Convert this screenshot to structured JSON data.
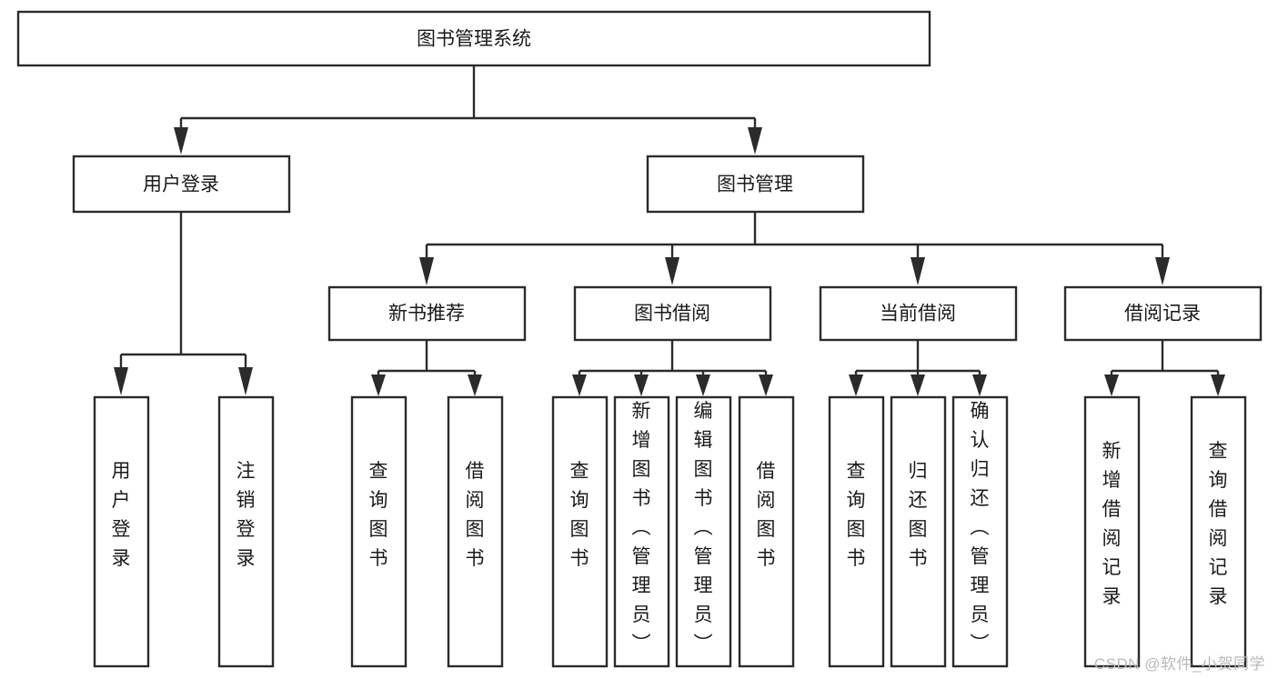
{
  "diagram": {
    "type": "tree-hierarchy-chart",
    "title": "图书管理系统",
    "watermark": "CSDN @软件_小贺同学",
    "colors": {
      "stroke": "#2b2b2b",
      "fill": "#ffffff",
      "text": "#1a1a1a",
      "watermark": "#b9b9b9",
      "background": "#ffffff"
    },
    "levels": [
      {
        "level": 1,
        "nodes": [
          {
            "id": "root",
            "label": "图书管理系统",
            "orientation": "horizontal"
          }
        ]
      },
      {
        "level": 2,
        "nodes": [
          {
            "id": "user-login",
            "label": "用户登录",
            "orientation": "horizontal",
            "parent": "root"
          },
          {
            "id": "book-manage",
            "label": "图书管理",
            "orientation": "horizontal",
            "parent": "root"
          }
        ]
      },
      {
        "level": 3,
        "nodes": [
          {
            "id": "new-book-rec",
            "label": "新书推荐",
            "orientation": "horizontal",
            "parent": "book-manage"
          },
          {
            "id": "book-borrow",
            "label": "图书借阅",
            "orientation": "horizontal",
            "parent": "book-manage"
          },
          {
            "id": "current-borrow",
            "label": "当前借阅",
            "orientation": "horizontal",
            "parent": "book-manage"
          },
          {
            "id": "borrow-record",
            "label": "借阅记录",
            "orientation": "horizontal",
            "parent": "book-manage"
          }
        ]
      },
      {
        "level": 4,
        "nodes": [
          {
            "id": "leaf-user-login",
            "label": "用户登录",
            "orientation": "vertical",
            "parent": "user-login"
          },
          {
            "id": "leaf-logout",
            "label": "注销登录",
            "orientation": "vertical",
            "parent": "user-login"
          },
          {
            "id": "leaf-query-book-1",
            "label": "查询图书",
            "orientation": "vertical",
            "parent": "new-book-rec"
          },
          {
            "id": "leaf-borrow-book-1",
            "label": "借阅图书",
            "orientation": "vertical",
            "parent": "new-book-rec"
          },
          {
            "id": "leaf-query-book-2",
            "label": "查询图书",
            "orientation": "vertical",
            "parent": "book-borrow"
          },
          {
            "id": "leaf-add-book",
            "label": "新增图书（管理员）",
            "orientation": "vertical",
            "parent": "book-borrow"
          },
          {
            "id": "leaf-edit-book",
            "label": "编辑图书（管理员）",
            "orientation": "vertical",
            "parent": "book-borrow"
          },
          {
            "id": "leaf-borrow-book-2",
            "label": "借阅图书",
            "orientation": "vertical",
            "parent": "book-borrow"
          },
          {
            "id": "leaf-query-book-3",
            "label": "查询图书",
            "orientation": "vertical",
            "parent": "current-borrow"
          },
          {
            "id": "leaf-return-book",
            "label": "归还图书",
            "orientation": "vertical",
            "parent": "current-borrow"
          },
          {
            "id": "leaf-confirm-return",
            "label": "确认归还（管理员）",
            "orientation": "vertical",
            "parent": "current-borrow"
          },
          {
            "id": "leaf-add-record",
            "label": "新增借阅记录",
            "orientation": "vertical",
            "parent": "borrow-record"
          },
          {
            "id": "leaf-query-record",
            "label": "查询借阅记录",
            "orientation": "vertical",
            "parent": "borrow-record"
          }
        ]
      }
    ],
    "node_labels": {
      "root": "图书管理系统",
      "user_login": "用户登录",
      "book_manage": "图书管理",
      "new_book_rec": "新书推荐",
      "book_borrow": "图书借阅",
      "current_borrow": "当前借阅",
      "borrow_record": "借阅记录",
      "leaf_user_login": "用户登录",
      "leaf_logout": "注销登录",
      "leaf_query_book_1": "查询图书",
      "leaf_borrow_book_1": "借阅图书",
      "leaf_query_book_2": "查询图书",
      "leaf_add_book": "新增图书（管理员）",
      "leaf_edit_book": "编辑图书（管理员）",
      "leaf_borrow_book_2": "借阅图书",
      "leaf_query_book_3": "查询图书",
      "leaf_return_book": "归还图书",
      "leaf_confirm_return": "确认归还（管理员）",
      "leaf_add_record": "新增借阅记录",
      "leaf_query_record": "查询借阅记录"
    }
  }
}
